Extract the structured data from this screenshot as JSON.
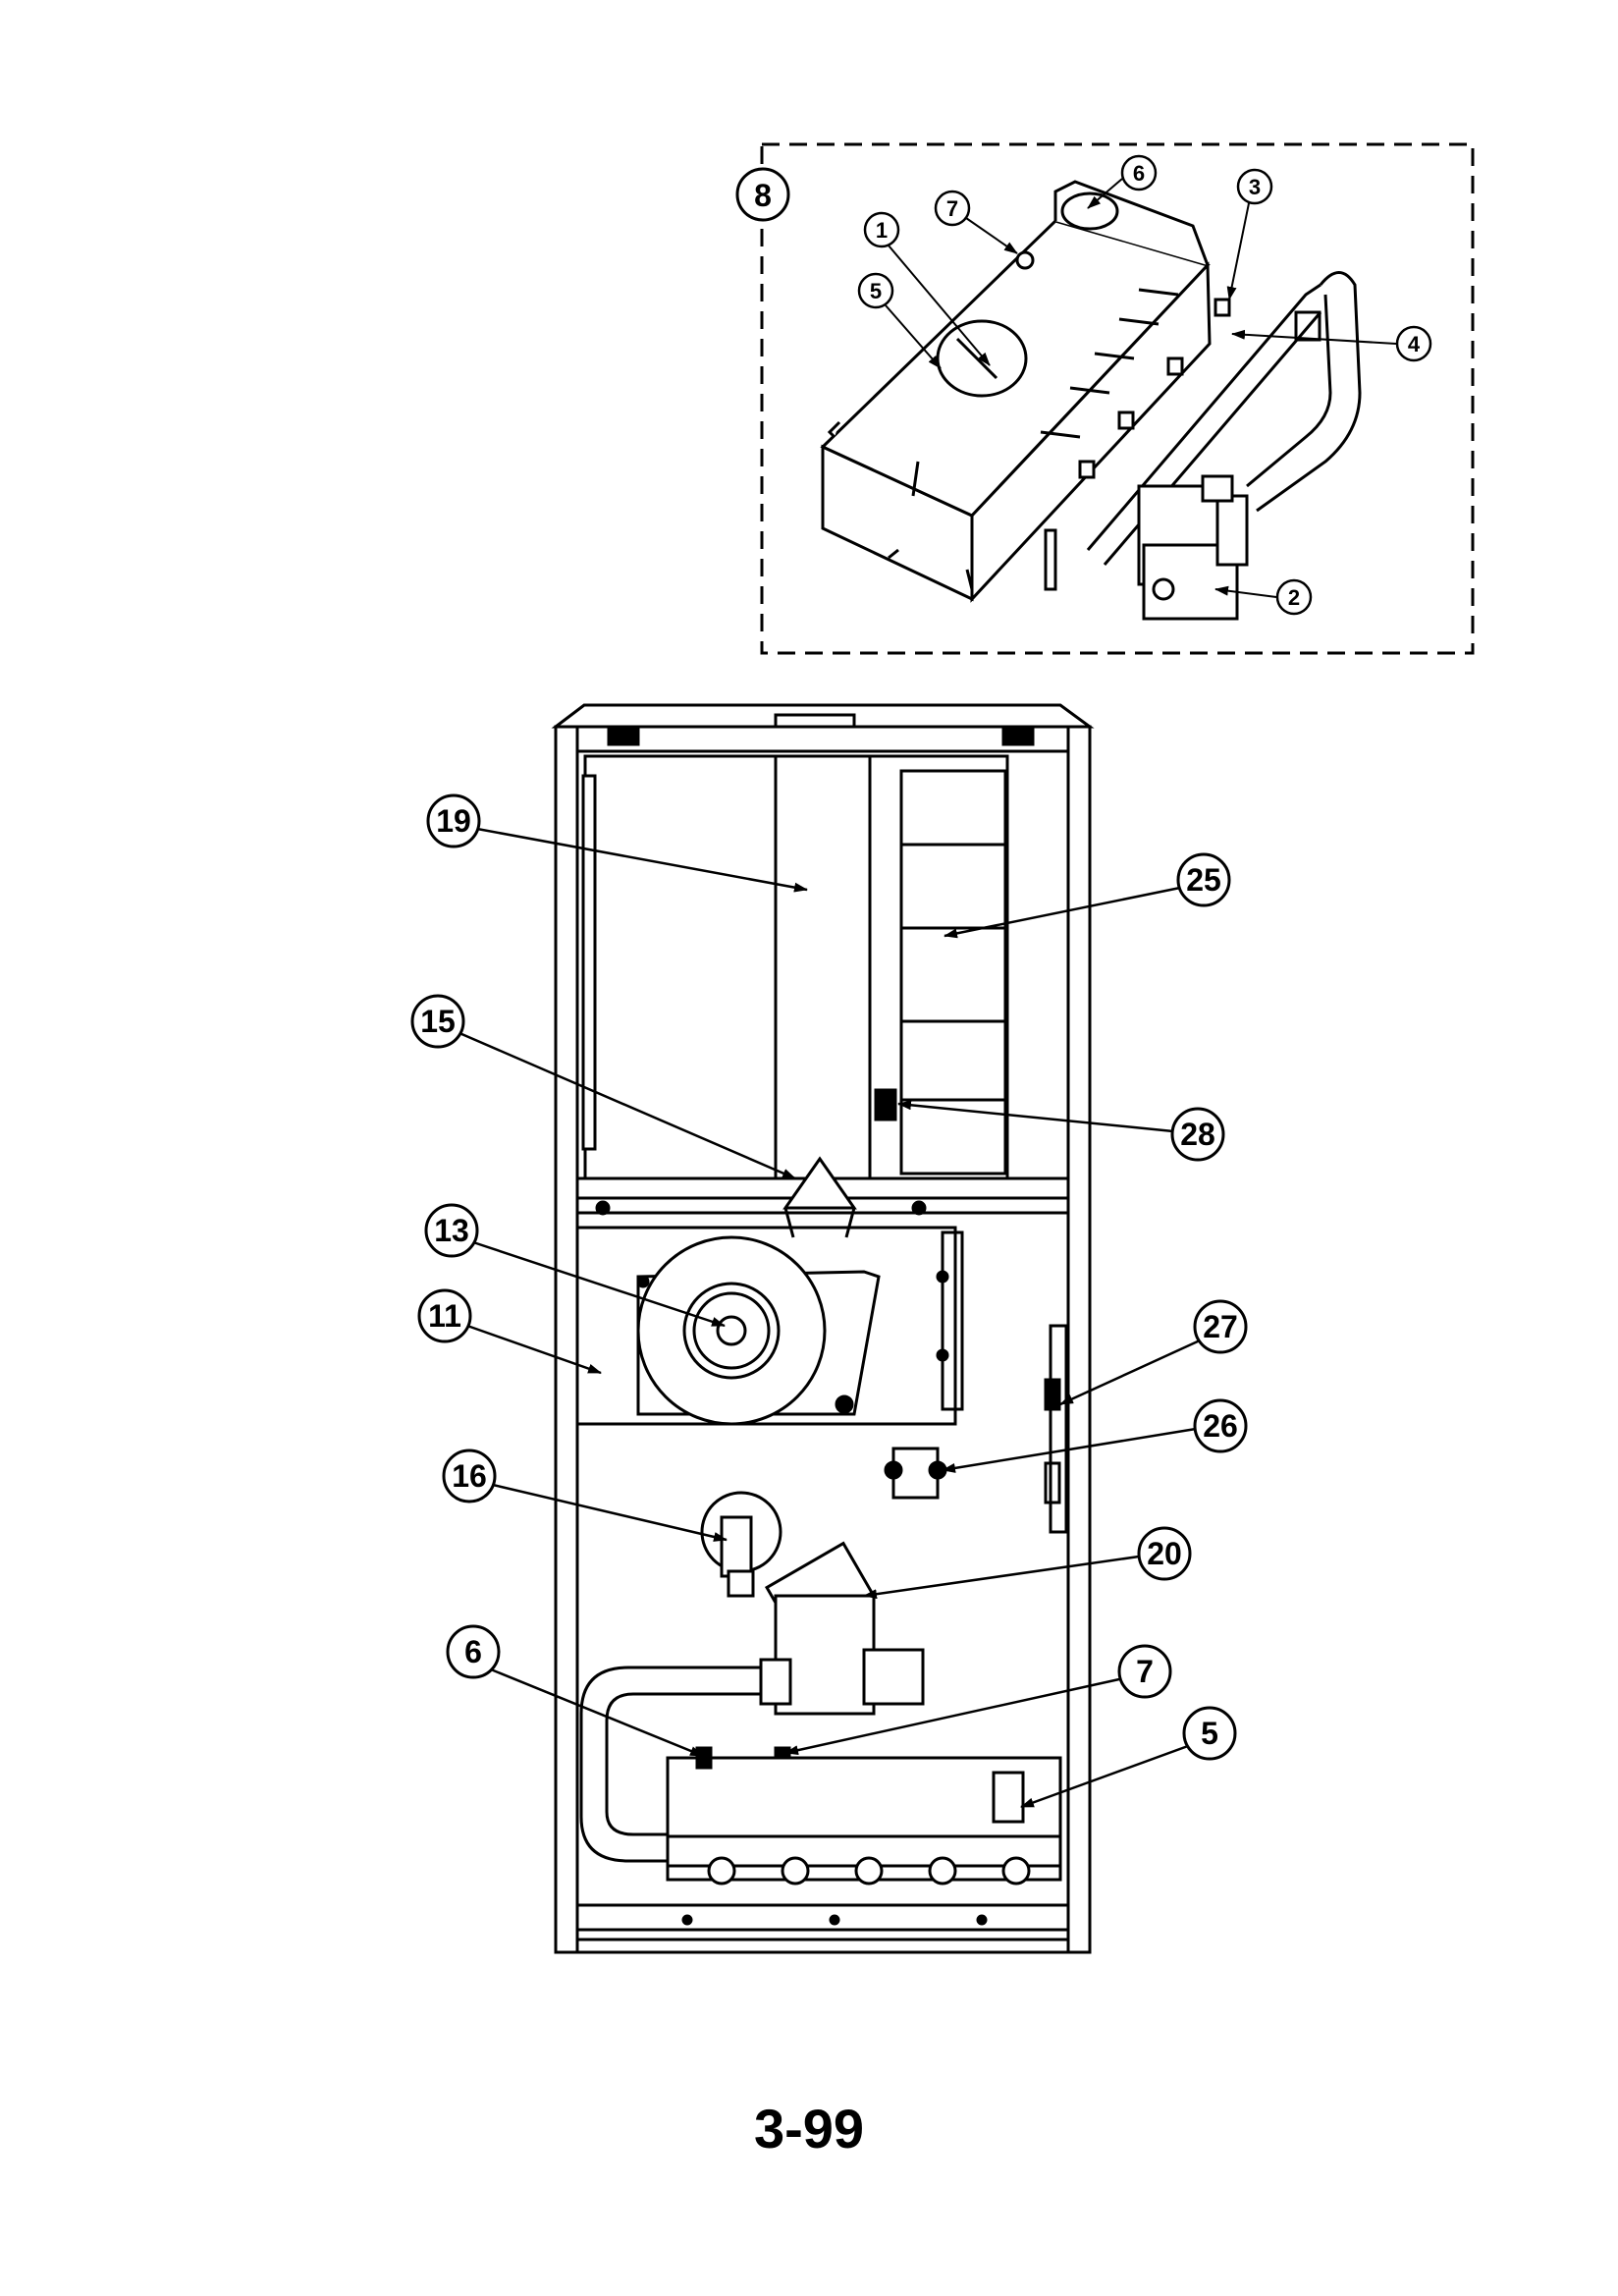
{
  "page_number": "3-99",
  "inset": {
    "label": "8",
    "callouts": [
      "1",
      "2",
      "3",
      "4",
      "5",
      "6",
      "7"
    ]
  },
  "main": {
    "callouts": [
      "5",
      "6",
      "7",
      "11",
      "13",
      "15",
      "16",
      "19",
      "20",
      "25",
      "26",
      "27",
      "28"
    ]
  }
}
